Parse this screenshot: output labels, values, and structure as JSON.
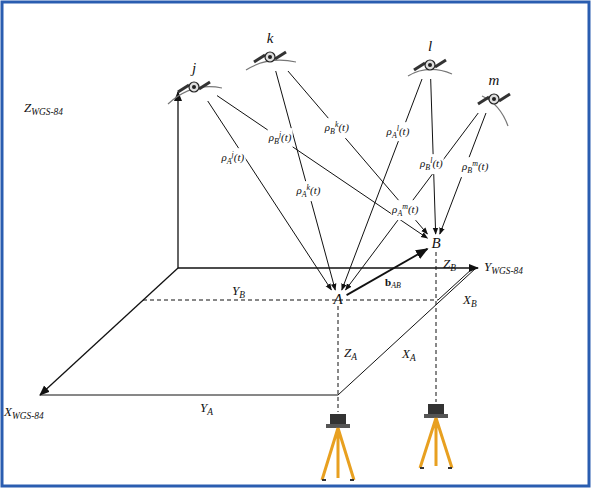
{
  "diagram": {
    "nodes": [
      {
        "text": [
          "j"
        ]
      },
      {
        "text": [
          "k"
        ]
      },
      {
        "text": [
          "l"
        ]
      },
      {
        "text": [
          "m"
        ]
      },
      {
        "text": [
          "A"
        ]
      },
      {
        "text": [
          "B"
        ]
      }
    ],
    "edges": [
      {
        "from": 0,
        "to": 4,
        "arrow": "to",
        "label": "ρAj(t)"
      },
      {
        "from": 0,
        "to": 5,
        "arrow": "to",
        "label": "ρBj(t)"
      },
      {
        "from": 1,
        "to": 4,
        "arrow": "to",
        "label": "ρAk(t)"
      },
      {
        "from": 1,
        "to": 5,
        "arrow": "to",
        "label": "ρBk(t)"
      },
      {
        "from": 2,
        "to": 4,
        "arrow": "to",
        "label": "ρAl(t)"
      },
      {
        "from": 2,
        "to": 5,
        "arrow": "to",
        "label": "ρBl(t)"
      },
      {
        "from": 3,
        "to": 4,
        "arrow": "to",
        "label": "ρAm(t)"
      },
      {
        "from": 3,
        "to": 5,
        "arrow": "to",
        "label": "ρBm(t)"
      },
      {
        "from": 4,
        "to": 5,
        "arrow": "to",
        "label": "bAB"
      }
    ],
    "labels": [
      "ZWGS-84",
      "YWGS-84",
      "XWGS-84",
      "ZA",
      "ZB",
      "YA",
      "YB",
      "XA",
      "XB"
    ]
  }
}
